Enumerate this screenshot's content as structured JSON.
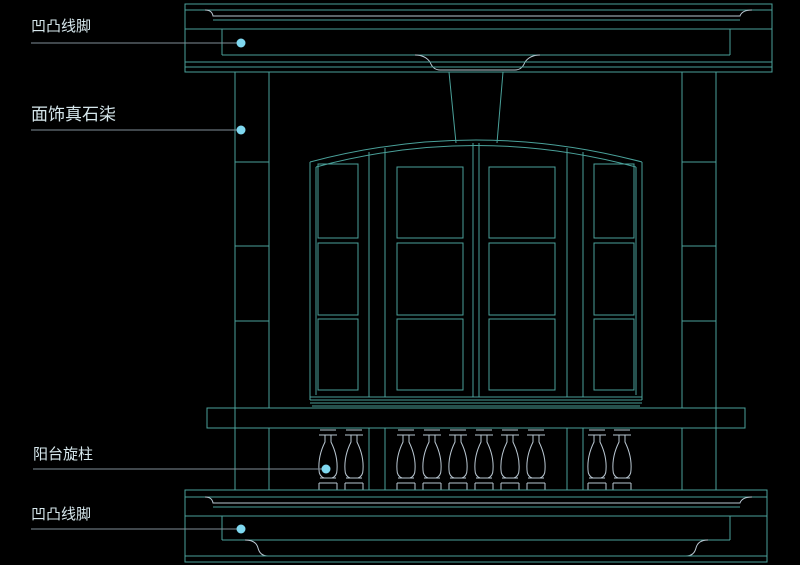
{
  "annotations": [
    {
      "id": "top-cornice",
      "text": "凹凸线脚"
    },
    {
      "id": "stone-facing",
      "text": "面饰真石柒"
    },
    {
      "id": "baluster",
      "text": "阳台旋柱"
    },
    {
      "id": "bottom-cornice",
      "text": "凹凸线脚"
    }
  ],
  "colors": {
    "background": "#000000",
    "primary_line": "#4aa19a",
    "secondary_line": "#b9c7d2",
    "leader_dot": "#7fd8f0",
    "label_text": "#d6e7ec"
  }
}
